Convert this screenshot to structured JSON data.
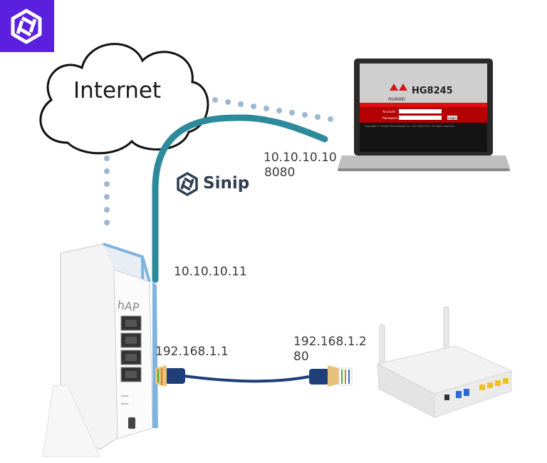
{
  "logo": {
    "bg_color": "#5b1fe0"
  },
  "cloud": {
    "label": "Internet"
  },
  "brand": {
    "name": "Sinip",
    "color": "#2f3e50"
  },
  "laptop": {
    "brand": "HUAWEI",
    "model": "HG8245",
    "username_label": "Account",
    "password_label": "Password",
    "login_button": "Login",
    "copyright": "Copyright © Huawei Technologies Co., Ltd. 2009-2012. All rights reserved."
  },
  "labels": {
    "laptop_ip": "10.10.10.10",
    "laptop_port": "8080",
    "router_wan_ip": "10.10.10.11",
    "router_lan_ip": "192.168.1.1",
    "ont_ip_line1": "192.168.1.2",
    "ont_ip_line2": "80"
  },
  "router": {
    "brand": "hAP"
  },
  "colors": {
    "link_wan": "#2d8a9a",
    "link_lan": "#1f3f7a",
    "dots": "#9fb8cf",
    "accent_blue": "#7fb3e0"
  }
}
